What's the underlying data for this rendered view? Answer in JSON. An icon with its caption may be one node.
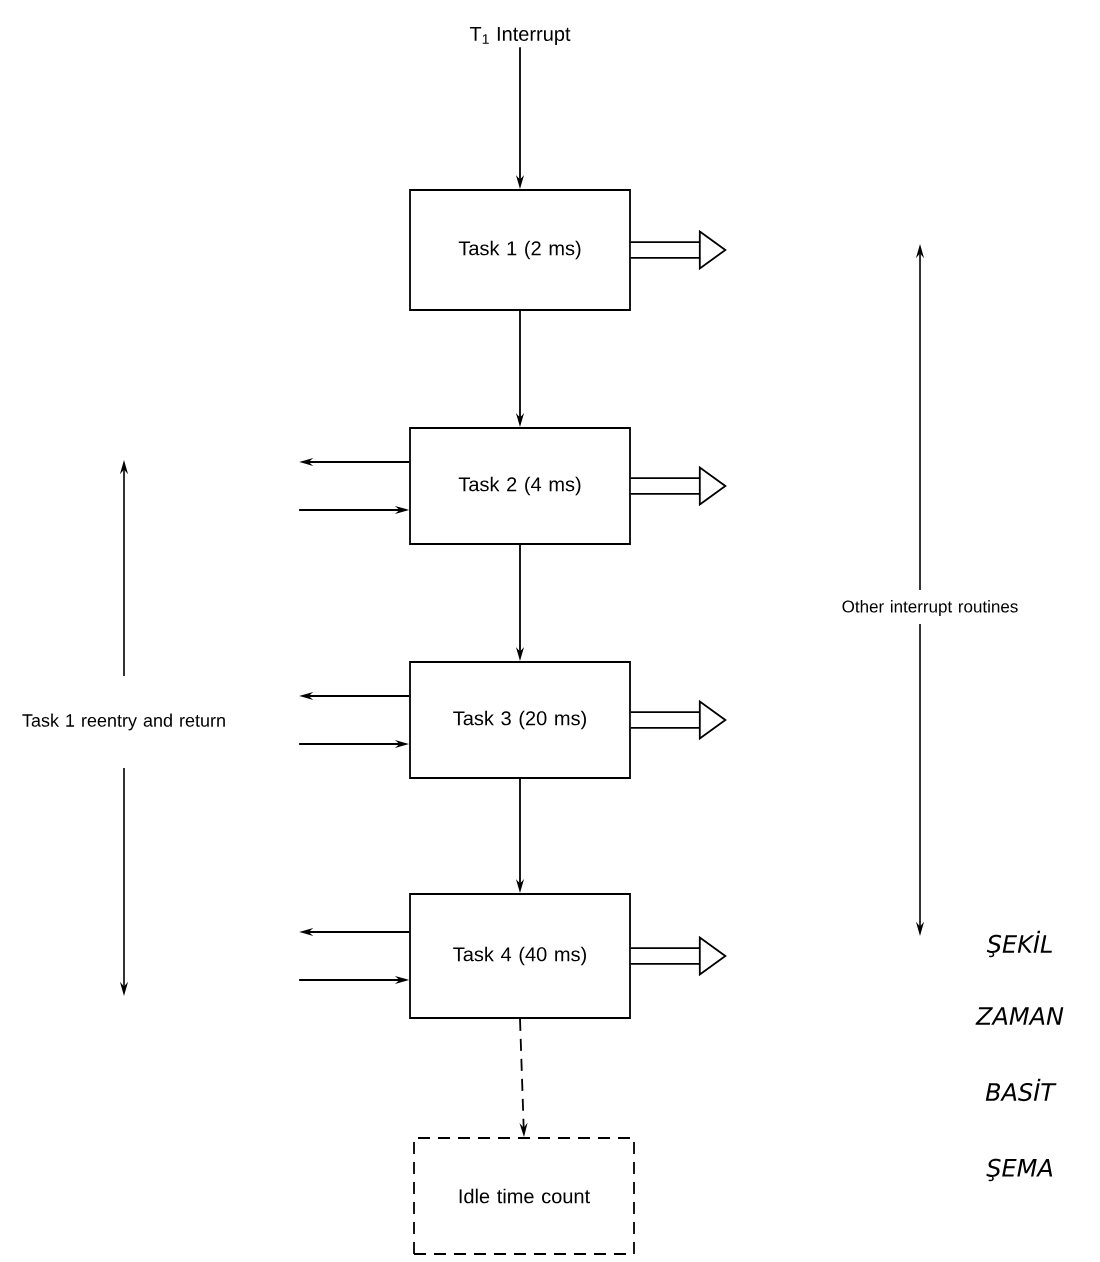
{
  "diagram": {
    "nodes": [
      {
        "text": [
          "T$_{1}$ Interrupt"
        ]
      },
      {
        "text": [
          "Task 1 (2 ms)"
        ]
      },
      {
        "text": [
          "Task 2 (4 ms)"
        ]
      },
      {
        "text": [
          "Task 3 (20 ms)"
        ]
      },
      {
        "text": [
          "Task 4 (40 ms)"
        ]
      },
      {
        "text": [
          "Idle time count"
        ]
      }
    ],
    "edges": [
      {
        "from": 0,
        "to": 1,
        "arrow": "to"
      },
      {
        "from": 1,
        "to": 2,
        "arrow": "to"
      },
      {
        "from": 2,
        "to": 3,
        "arrow": "to"
      },
      {
        "from": 3,
        "to": 4,
        "arrow": "to"
      },
      {
        "from": 4,
        "to": 5,
        "arrow": "to",
        "style": "dashed"
      },
      {
        "from": 1,
        "to": null,
        "arrow": "to",
        "style": "thick"
      },
      {
        "from": 2,
        "to": null,
        "arrow": "to",
        "style": "thick"
      },
      {
        "from": 3,
        "to": null,
        "arrow": "to",
        "style": "thick"
      },
      {
        "from": 4,
        "to": null,
        "arrow": "to",
        "style": "thick"
      },
      {
        "from": 2,
        "to": null,
        "arrow": "to"
      },
      {
        "from": null,
        "to": 2,
        "arrow": "to"
      },
      {
        "from": 3,
        "to": null,
        "arrow": "to"
      },
      {
        "from": null,
        "to": 3,
        "arrow": "to"
      },
      {
        "from": 4,
        "to": null,
        "arrow": "to"
      },
      {
        "from": null,
        "to": 4,
        "arrow": "to"
      }
    ],
    "labels": [
      "Other interrupt routines",
      "Task 1 reentry and return",
      "ŞEKİL",
      "ZAMAN",
      "BASİT",
      "ŞEMA"
    ]
  }
}
